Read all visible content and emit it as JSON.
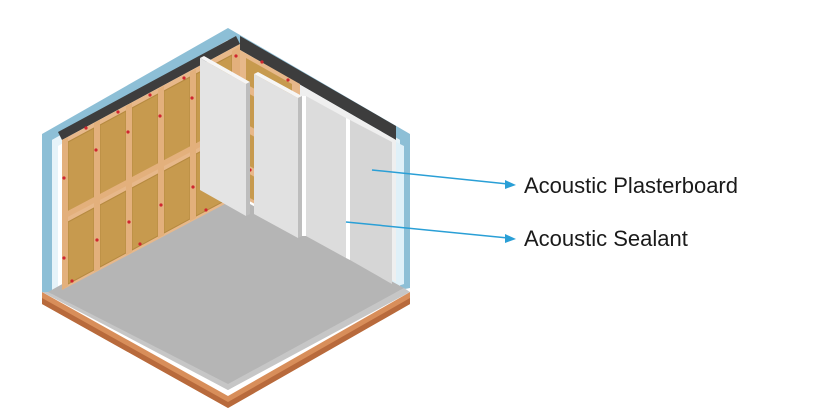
{
  "diagram": {
    "callouts": [
      {
        "id": "plasterboard",
        "label": "Acoustic Plasterboard"
      },
      {
        "id": "sealant",
        "label": "Acoustic Sealant"
      }
    ],
    "colors": {
      "leader_line": "#2a9fd6",
      "frame_outline": "#8dbfd6",
      "timber_stud": "#e3b07c",
      "insulation": "#c79a4e",
      "plasterboard": "#dadada",
      "floor": "#b5b5b5",
      "floor_edge": "#d88e5a",
      "sealant_dot": "#d0262f"
    }
  }
}
